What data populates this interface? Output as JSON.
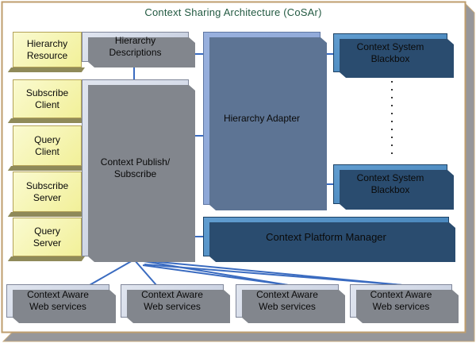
{
  "title": "Context Sharing Architecture (CoSAr)",
  "colors": {
    "title_text": "#235a42",
    "connector_blue": "#3a6bc0",
    "yellow_box_fill": "#f5f3a0",
    "light_box_fill": "#cdd4e3",
    "medium_box_fill": "#8da7d7",
    "dark_box_fill": "#4a88c0",
    "frame_border_tan": "#bf9e6d",
    "frame_shadow_gray": "#97979a"
  },
  "boxes": {
    "hierarchy_resource": {
      "line1": "Hierarchy",
      "line2": "Resource"
    },
    "subscribe_client": {
      "line1": "Subscribe",
      "line2": "Client"
    },
    "query_client": {
      "line1": "Query",
      "line2": "Client"
    },
    "subscribe_server": {
      "line1": "Subscribe",
      "line2": "Server"
    },
    "query_server": {
      "line1": "Query",
      "line2": "Server"
    },
    "hierarchy_descriptions": {
      "line1": "Hierarchy",
      "line2": "Descriptions"
    },
    "context_publish_subscribe": {
      "line1": "Context Publish/",
      "line2": "Subscribe"
    },
    "hierarchy_adapter": {
      "line1": "Hierarchy Adapter"
    },
    "context_system_blackbox_top": {
      "line1": "Context System",
      "line2": "Blackbox"
    },
    "context_system_blackbox_bottom": {
      "line1": "Context System",
      "line2": "Blackbox"
    },
    "context_platform_manager": {
      "line1": "Context Platform Manager"
    },
    "context_aware_ws_1": {
      "line1": "Context Aware",
      "line2": "Web services"
    },
    "context_aware_ws_2": {
      "line1": "Context Aware",
      "line2": "Web services"
    },
    "context_aware_ws_3": {
      "line1": "Context Aware",
      "line2": "Web services"
    },
    "context_aware_ws_4": {
      "line1": "Context Aware",
      "line2": "Web services"
    }
  },
  "edges": [
    {
      "from": "hierarchy_descriptions",
      "to": "hierarchy_adapter"
    },
    {
      "from": "hierarchy_descriptions",
      "to": "context_publish_subscribe"
    },
    {
      "from": "context_publish_subscribe",
      "to": "hierarchy_adapter"
    },
    {
      "from": "hierarchy_adapter",
      "to": "context_system_blackbox_top"
    },
    {
      "from": "hierarchy_adapter",
      "to": "context_system_blackbox_bottom"
    },
    {
      "from": "context_publish_subscribe",
      "to": "context_platform_manager"
    },
    {
      "from": "context_publish_subscribe",
      "to": "context_aware_ws_1"
    },
    {
      "from": "context_publish_subscribe",
      "to": "context_aware_ws_2"
    },
    {
      "from": "context_publish_subscribe",
      "to": "context_aware_ws_3"
    },
    {
      "from": "context_publish_subscribe",
      "to": "context_aware_ws_4"
    },
    {
      "from": "context_system_blackbox_top",
      "to": "context_system_blackbox_bottom",
      "style": "dotted-ellipsis"
    }
  ]
}
